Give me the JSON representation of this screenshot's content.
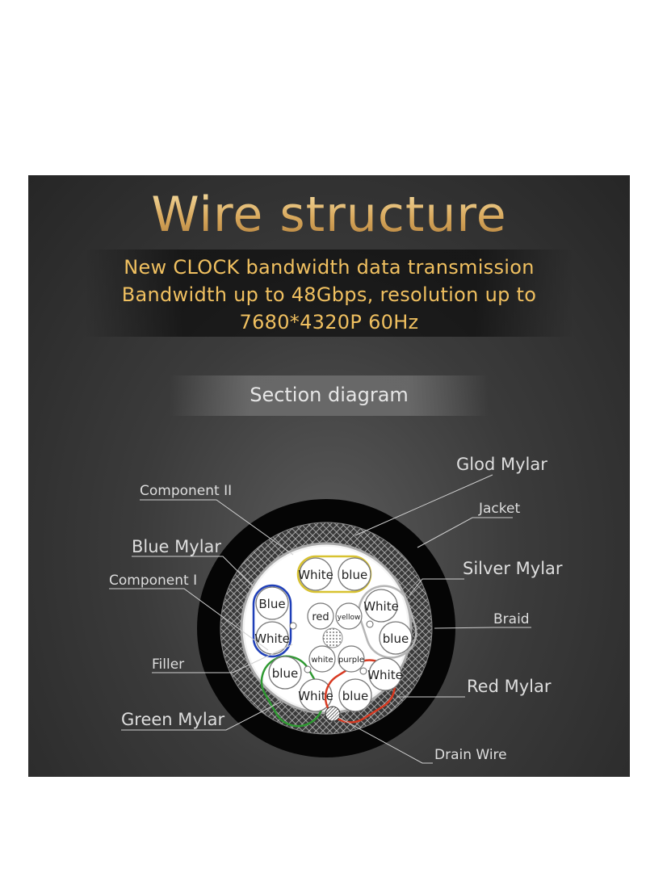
{
  "header": {
    "title": "Wire structure",
    "subtitle_lines": [
      "New CLOCK bandwidth data transmission",
      "Bandwidth up to 48Gbps, resolution up to",
      "7680*4320P 60Hz"
    ]
  },
  "section": {
    "label": "Section diagram"
  },
  "callouts": {
    "glod_mylar": "Glod Mylar",
    "component_ii": "Component II",
    "jacket": "Jacket",
    "blue_mylar": "Blue Mylar",
    "silver_mylar": "Silver Mylar",
    "component_i": "Component I",
    "braid": "Braid",
    "filler": "Filler",
    "red_mylar": "Red Mylar",
    "green_mylar": "Green Mylar",
    "drain_wire": "Drain Wire"
  },
  "wires": {
    "yellow_pair": [
      "White",
      "blue"
    ],
    "blue_pair": [
      "Blue",
      "White"
    ],
    "silver_pair": [
      "White",
      "blue"
    ],
    "green_pair": [
      "blue",
      "White"
    ],
    "red_pair": [
      "White",
      "blue"
    ],
    "center": [
      "red",
      "yellow",
      "white",
      "purple"
    ]
  },
  "colors": {
    "gold_text": "#e8c27a",
    "subtitle_text": "#f0c060",
    "yellow_mylar": "#d8c230",
    "blue_mylar": "#1f3fb8",
    "green_mylar": "#2f9a32",
    "red_mylar": "#d83a22",
    "silver_mylar": "#b5b5b5"
  }
}
